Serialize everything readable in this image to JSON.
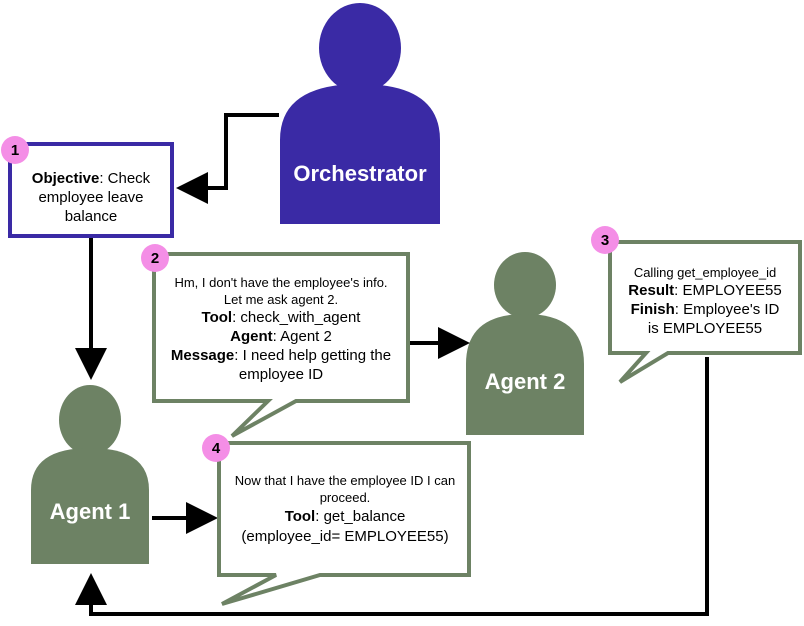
{
  "colors": {
    "orchestrator": "#3a2aa5",
    "agent": "#6d8264",
    "badge": "#f48ee6",
    "objective_border": "#3a2aa5",
    "bubble_border": "#6d8264"
  },
  "orchestrator": {
    "label": "Orchestrator"
  },
  "agent1": {
    "label": "Agent 1"
  },
  "agent2": {
    "label": "Agent 2"
  },
  "objective": {
    "badge": "1",
    "key": "Objective",
    "line1_rest": ": Check",
    "line2": "employee leave",
    "line3": "balance"
  },
  "step2": {
    "badge": "2",
    "line1": "Hm, I don't have the employee's info.",
    "line2": "Let me ask agent 2.",
    "tool_key": "Tool",
    "tool_val": ": check_with_agent",
    "agent_key": "Agent",
    "agent_val": ": Agent 2",
    "message_key": "Message",
    "message_val": ": I need help getting the",
    "line6": "employee ID"
  },
  "step3": {
    "badge": "3",
    "line1": "Calling get_employee_id",
    "result_key": "Result",
    "result_val": ": EMPLOYEE55",
    "finish_key": "Finish",
    "finish_val": ": Employee's ID",
    "line4": "is EMPLOYEE55"
  },
  "step4": {
    "badge": "4",
    "line1": "Now that I have the employee ID I can",
    "line2": "proceed.",
    "tool_key": "Tool",
    "tool_val": ": get_balance",
    "line4": "(employee_id= EMPLOYEE55)"
  }
}
